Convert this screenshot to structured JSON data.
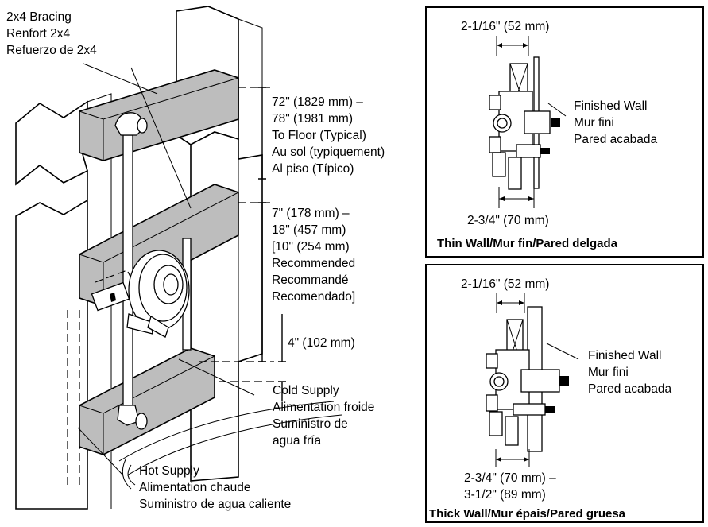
{
  "main": {
    "bracing": [
      "2x4 Bracing",
      "Renfort 2x4",
      "Refuerzo de 2x4"
    ],
    "height": [
      "72\" (1829 mm) –",
      "78\" (1981 mm)",
      "To Floor (Typical)",
      "Au sol (typiquement)",
      "Al piso (Típico)"
    ],
    "spacing": [
      "7\" (178 mm) –",
      "18\" (457 mm)",
      "[10\" (254 mm)",
      "Recommended",
      "Recommandé",
      "Recomendado]"
    ],
    "offset": "4\" (102 mm)",
    "cold": [
      "Cold Supply",
      "Alimentation froide",
      "Suministro de",
      "agua fría"
    ],
    "hot": [
      "Hot Supply",
      "Alimentation chaude",
      "Suministro de agua caliente"
    ]
  },
  "thin": {
    "top_dim": "2-1/16\" (52 mm)",
    "wall": [
      "Finished Wall",
      "Mur fini",
      "Pared acabada"
    ],
    "bottom_dim": [
      "2-3/4\" (70 mm)"
    ],
    "caption": "Thin Wall/Mur fin/Pared delgada"
  },
  "thick": {
    "top_dim": "2-1/16\" (52 mm)",
    "wall": [
      "Finished Wall",
      "Mur fini",
      "Pared acabada"
    ],
    "bottom_dim": [
      "2-3/4\" (70 mm) –",
      "3-1/2\" (89 mm)"
    ],
    "caption": "Thick Wall/Mur épais/Pared gruesa"
  }
}
